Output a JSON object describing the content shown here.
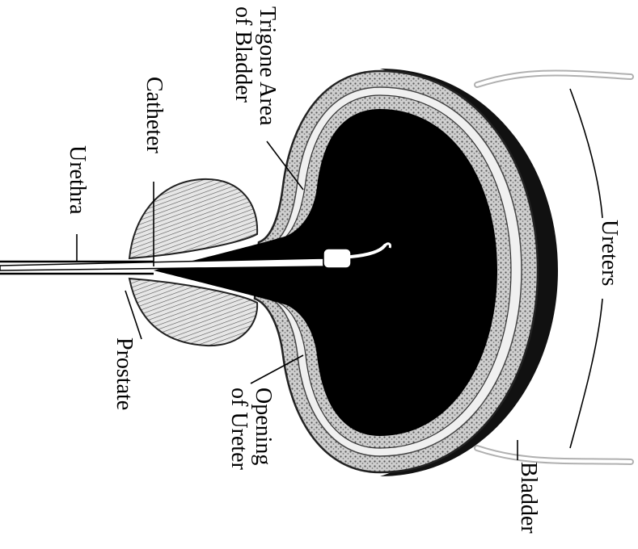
{
  "labels": {
    "trigone_line1": "Trigone Area",
    "trigone_line2": "of Bladder",
    "catheter": "Catheter",
    "urethra": "Urethra",
    "ureters": "Ureters",
    "prostate": "Prostate",
    "opening_line1": "Opening",
    "opening_line2": "of Ureter",
    "bladder": "Bladder"
  },
  "colors": {
    "ink": "#000000",
    "lumen": "#000000",
    "wall_fill": "#bfbfbf",
    "prostate_fill": "#d9d9d9",
    "ureter_stroke": "#b3b3b3",
    "catheter_fill": "#ffffff"
  }
}
